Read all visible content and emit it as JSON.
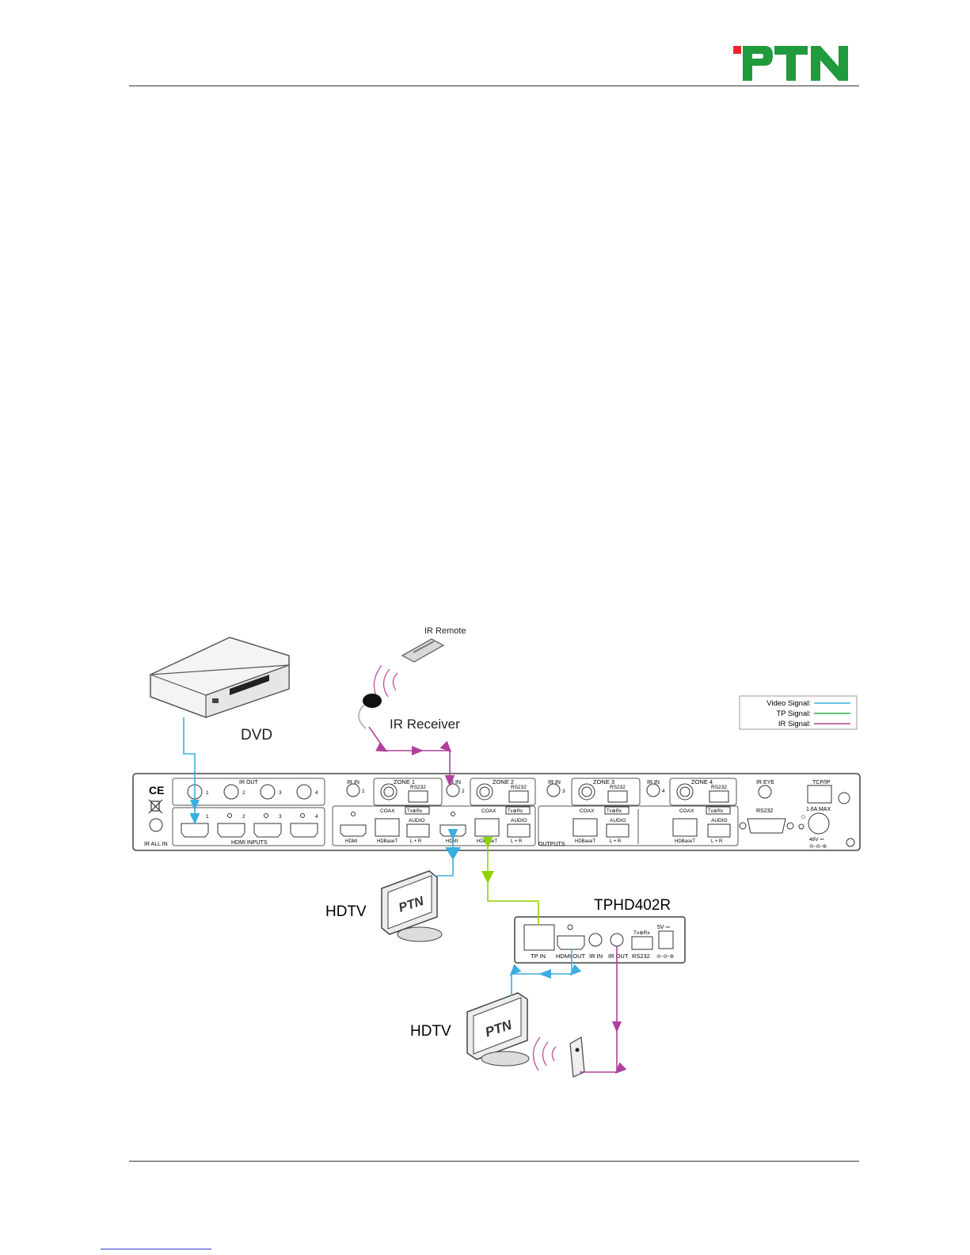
{
  "header": {
    "logo_text": "PTN",
    "logo_colors": {
      "red": "#e8262a",
      "green": "#1f9a3c"
    }
  },
  "legend": {
    "items": [
      {
        "label": "Video Signal:",
        "color": "#3aaee0"
      },
      {
        "label": "TP  Signal:",
        "color": "#2eaa3a"
      },
      {
        "label": "IR Signal:",
        "color": "#b0409a"
      }
    ]
  },
  "devices": {
    "dvd": "DVD",
    "ir_remote": "IR Remote",
    "ir_receiver": "IR Receiver",
    "hdtv_1": "HDTV",
    "hdtv_2": "HDTV",
    "receiver_model": "TPHD402R",
    "tv_brand": "PTN"
  },
  "matrix_panel": {
    "ir_out": "IR OUT",
    "hdmi_inputs": "HDMI INPUTS",
    "ir_all_in": "IR ALL IN",
    "ce_mark": "CE",
    "numbers": [
      "1",
      "2",
      "3",
      "4"
    ],
    "ir_in": "IR IN",
    "zones": [
      "ZONE 1",
      "ZONE 2",
      "ZONE 3",
      "ZONE 4"
    ],
    "rs232": "RS232",
    "txrx": "Tx⊕Rx",
    "coax": "COAX",
    "audio": "AUDIO",
    "hdmi": "HDMI",
    "hdbaset": "HDBaseT",
    "lr": "L + R",
    "outputs": "OUTPUTS",
    "ir_eye": "IR EYE",
    "tcpip": "TCP/IP",
    "rs232_port": "RS232",
    "current": "1.6A MAX",
    "power": "48V ⎓"
  },
  "receiver_panel": {
    "tp_in": "TP IN",
    "hdmi_out": "HDMI OUT",
    "ir_in": "IR IN",
    "ir_out": "IR OUT",
    "rs232": "RS232",
    "txrx": "Tx⊕Rx",
    "power": "5V ⎓"
  }
}
